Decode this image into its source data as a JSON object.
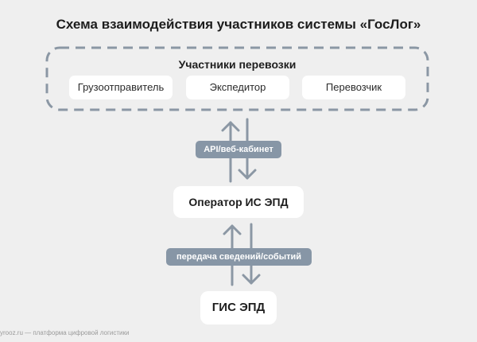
{
  "diagram": {
    "title": "Схема взаимодействия участников системы «ГосЛог»",
    "participants_group": {
      "title": "Участники перевозки",
      "items": [
        "Грузоотправитель",
        "Экспедитор",
        "Перевозчик"
      ]
    },
    "link_top": {
      "label": "API/веб-кабинет"
    },
    "operator": {
      "label": "Оператор ИС ЭПД"
    },
    "link_bottom": {
      "label": "передача сведений/событий"
    },
    "gis": {
      "label": "ГИС ЭПД"
    }
  },
  "footer": {
    "text": "yrooz.ru — платформа цифровой логистики"
  },
  "colors": {
    "background": "#efefef",
    "dashed_border": "#8b97a4",
    "arrow": "#8b97a4",
    "badge": "#8796a6",
    "node": "#ffffff"
  }
}
